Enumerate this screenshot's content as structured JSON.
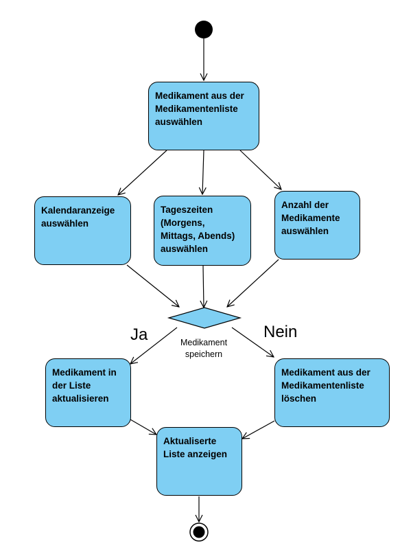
{
  "nodes": {
    "select_med": "Medikament aus der\nMedikamentenliste\nauswählen",
    "calendar": "Kalendaranzeige\nauswählen",
    "daytimes": "Tageszeiten\n(Morgens,\nMittags, Abends)\nauswählen",
    "count": "Anzahl der\nMedikamente\nauswählen",
    "update": "Medikament in\nder Liste\naktualisieren",
    "delete": "Medikament aus der\nMedikamentenliste\nlöschen",
    "show": "Aktualiserte\nListe anzeigen"
  },
  "decision": {
    "label": "Medikament\nspeichern",
    "yes": "Ja",
    "no": "Nein"
  },
  "colors": {
    "node_fill": "#7fcff3",
    "stroke": "#000000"
  }
}
